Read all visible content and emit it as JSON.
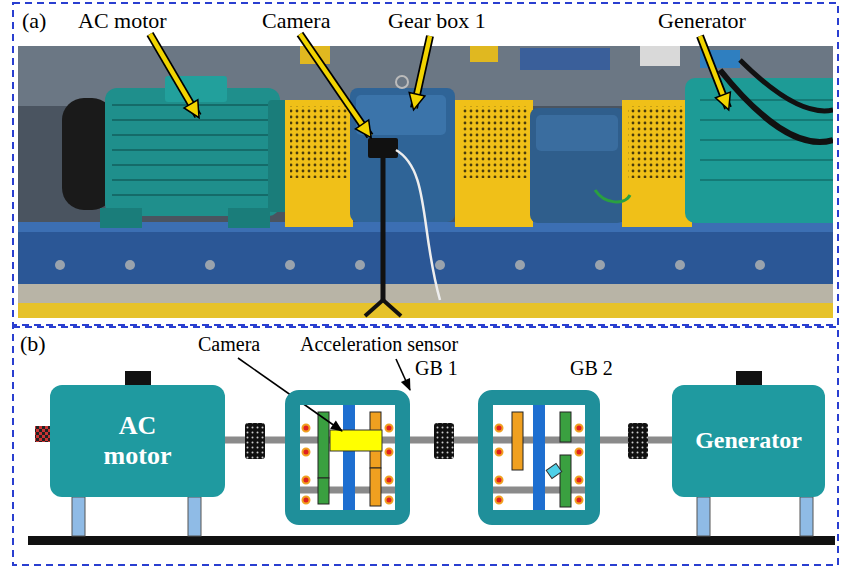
{
  "diagram": {
    "nodes": [
      {
        "text": [
          "AC motor"
        ]
      },
      {
        "text": [
          "GB 1"
        ]
      },
      {
        "text": [
          "GB 2"
        ]
      },
      {
        "text": [
          "Generator"
        ]
      }
    ],
    "edges": [
      {
        "from": 0,
        "to": 1,
        "arrow": "none"
      },
      {
        "from": 1,
        "to": 2,
        "arrow": "none"
      },
      {
        "from": 2,
        "to": 3,
        "arrow": "none"
      }
    ],
    "labels": [
      "(a)",
      "AC motor",
      "Camera",
      "Gear box 1",
      "Generator",
      "(b)",
      "Camera",
      "Acceleration sensor"
    ]
  }
}
